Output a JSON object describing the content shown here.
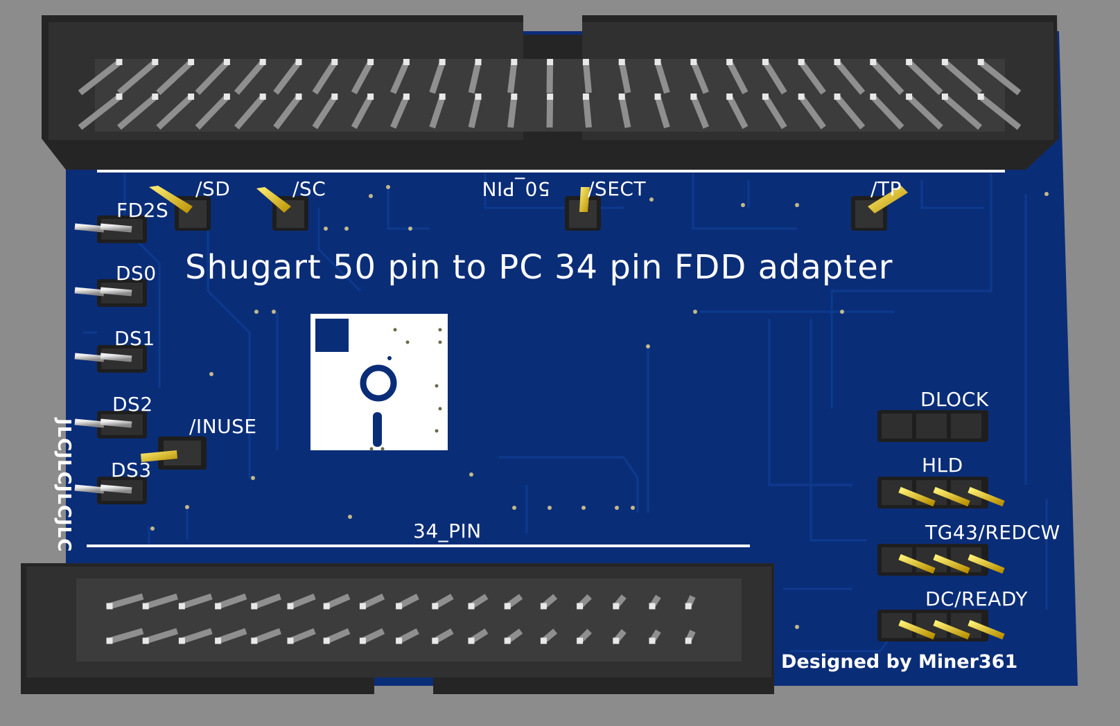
{
  "board": {
    "title": "Shugart 50 pin to PC 34 pin FDD adapter",
    "credit": "Designed by Miner361",
    "side_text": "JLCJLCJLCJLC",
    "colors": {
      "background": "#8c8c8c",
      "pcb": "#0a2d78",
      "trace": "#0d3a8e",
      "silkscreen": "#ffffff",
      "header_body": "#2a2a2a",
      "pin_silver": "#cfcfcf",
      "jumper_gold": "#e6c200"
    }
  },
  "connectors": {
    "top": {
      "label": "50_PIN"
    },
    "bottom": {
      "label": "34_PIN"
    }
  },
  "jumpers": {
    "sd": "/SD",
    "sc": "/SC",
    "sect": "/SECT",
    "tp": "/TP",
    "inuse": "/INUSE",
    "fd2s": "FD2S",
    "ds0": "DS0",
    "ds1": "DS1",
    "ds2": "DS2",
    "ds3": "DS3",
    "dlock": "DLOCK",
    "hld": "HLD",
    "tg43": "TG43/REDCW",
    "dc_ready": "DC/READY"
  },
  "logo": {
    "icon": "floppy-disk-icon"
  }
}
